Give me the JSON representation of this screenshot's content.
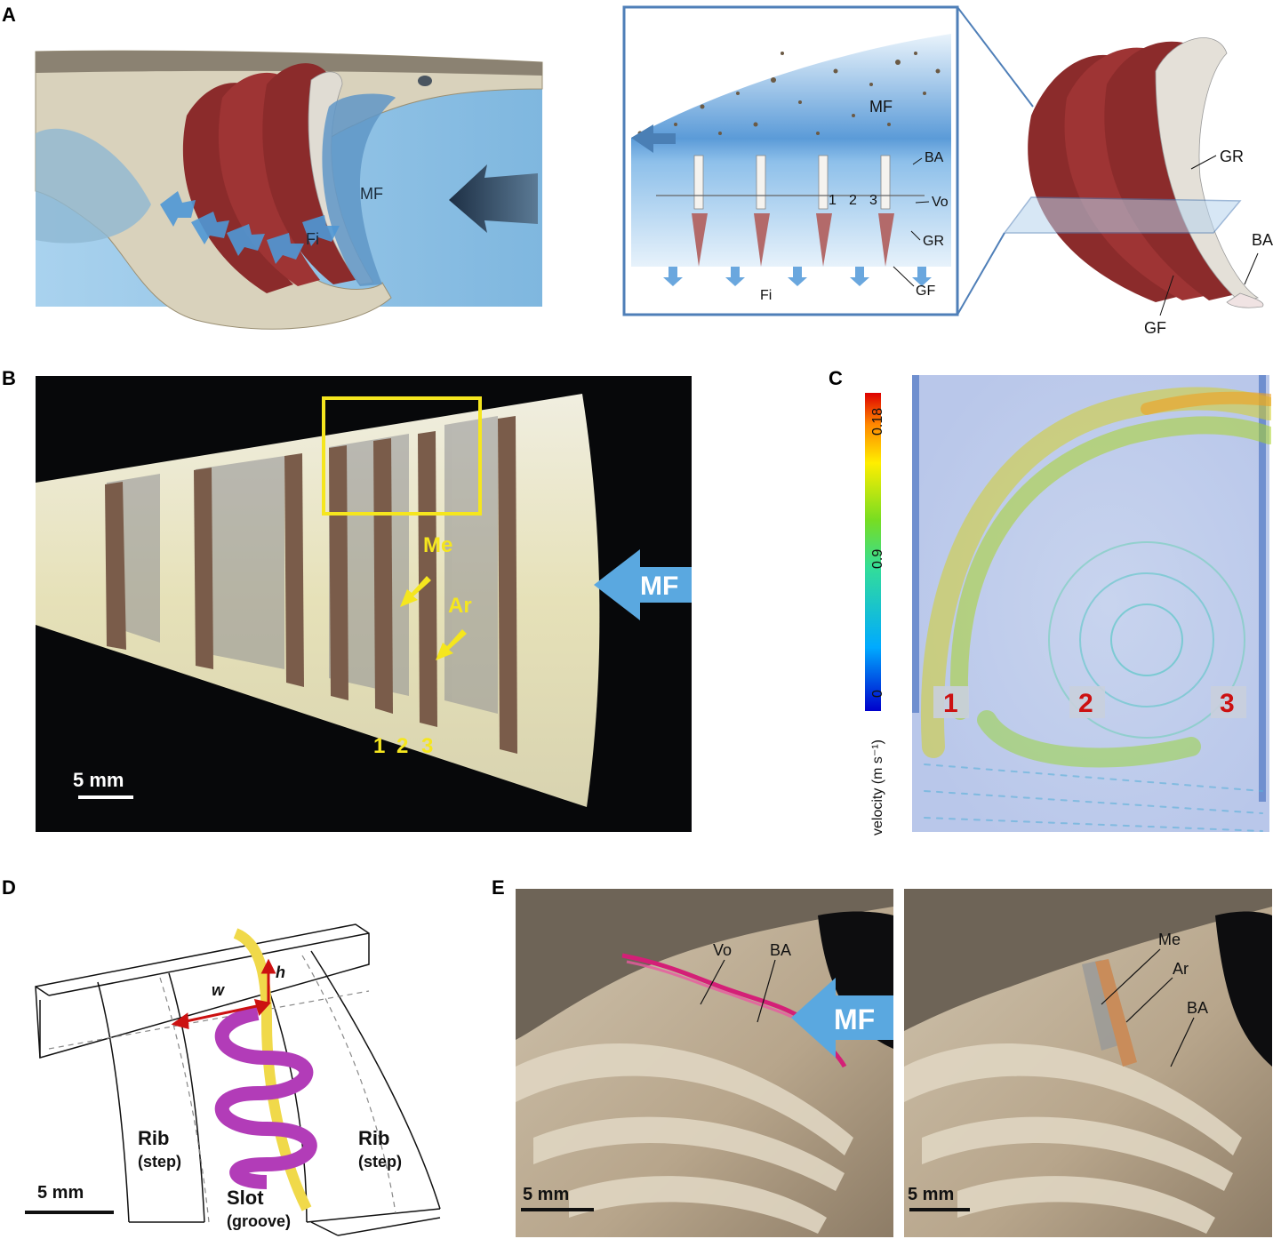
{
  "panels": {
    "A": {
      "letter": "A",
      "left_labels": {
        "mf": "MF",
        "fi": "Fi"
      },
      "inset_labels": {
        "mf": "MF",
        "ba": "BA",
        "vo": "Vo",
        "gr": "GR",
        "gf": "GF",
        "fi": "Fi",
        "numbers": [
          "1",
          "2",
          "3"
        ]
      },
      "arch_labels": {
        "gr": "GR",
        "ba": "BA",
        "gf": "GF"
      }
    },
    "B": {
      "letter": "B",
      "labels": {
        "me": "Me",
        "ar": "Ar",
        "mf": "MF",
        "numbers": [
          "1",
          "2",
          "3"
        ],
        "scale": "5 mm"
      }
    },
    "C": {
      "letter": "C",
      "colorbar": {
        "label": "velocity (m s⁻¹)",
        "ticks": [
          "0",
          "0.9",
          "0.18"
        ]
      },
      "slot_labels": [
        "1",
        "2",
        "3"
      ]
    },
    "D": {
      "letter": "D",
      "labels": {
        "w": "w",
        "h": "h",
        "rib_left": "Rib",
        "rib_left_sub": "(step)",
        "rib_right": "Rib",
        "rib_right_sub": "(step)",
        "slot": "Slot",
        "slot_sub": "(groove)",
        "scale": "5 mm"
      }
    },
    "E": {
      "letter": "E",
      "left_labels": {
        "vo": "Vo",
        "ba": "BA",
        "mf": "MF",
        "scale": "5 mm"
      },
      "right_labels": {
        "me": "Me",
        "ar": "Ar",
        "ba": "BA",
        "scale": "5 mm"
      }
    }
  },
  "colors": {
    "water_blue": "#8cc2e4",
    "gill_red": "#8b2b2b",
    "arrow_blue": "#5aa8e0",
    "annotation_yellow": "#f5e61e",
    "slot_number_red": "#cc1111",
    "frame_blue": "#4f7fb8"
  }
}
